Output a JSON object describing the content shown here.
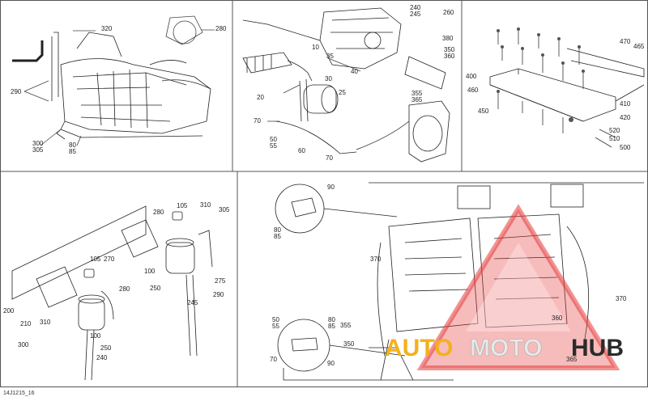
{
  "reference": "14J1215_16",
  "panels": {
    "top_left": {
      "labels": [
        "320",
        "280",
        "290",
        "300",
        "305",
        "80",
        "85"
      ]
    },
    "top_middle": {
      "labels": [
        "240",
        "245",
        "260",
        "380",
        "350",
        "360",
        "355",
        "365",
        "10",
        "35",
        "40",
        "30",
        "25",
        "20",
        "70",
        "50",
        "55",
        "60",
        "70"
      ]
    },
    "top_right": {
      "labels": [
        "470",
        "465",
        "400",
        "460",
        "450",
        "410",
        "420",
        "520",
        "510",
        "500"
      ]
    },
    "bottom_left": {
      "labels": [
        "105",
        "310",
        "305",
        "280",
        "270",
        "280",
        "100",
        "250",
        "275",
        "290",
        "245",
        "105",
        "200",
        "210",
        "310",
        "300",
        "100",
        "250",
        "240"
      ]
    },
    "bottom_right": {
      "labels": [
        "90",
        "80",
        "85",
        "370",
        "370",
        "360",
        "50",
        "55",
        "80",
        "85",
        "355",
        "350",
        "70",
        "90",
        "365"
      ]
    }
  },
  "watermark": {
    "part1": "AUTO",
    "part2": "MOTO",
    "part3": "HUB",
    "colors": {
      "auto": "#f2b21b",
      "moto": "#e8e8e8",
      "hub": "#2b2b2b",
      "triangle": "#e63b3b"
    }
  }
}
